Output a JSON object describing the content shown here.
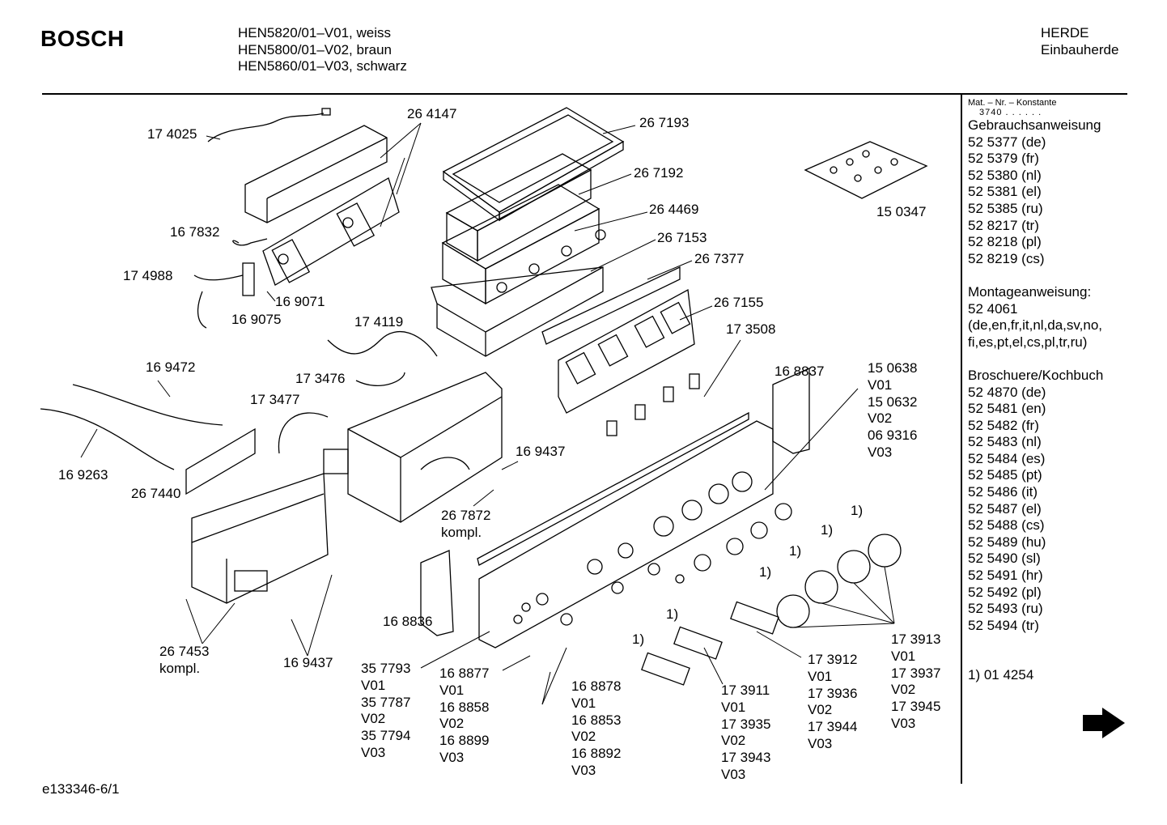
{
  "header": {
    "brand": "BOSCH",
    "models": [
      "HEN5820/01–V01, weiss",
      "HEN5800/01–V02, braun",
      "HEN5860/01–V03, schwarz"
    ],
    "category": [
      "HERDE",
      "Einbauherde"
    ]
  },
  "sidebar": {
    "mat_const": "Mat. – Nr. – Konstante",
    "mat_value": "3740 . . . . . .",
    "gebrauch_title": "Gebrauchsanweisung",
    "gebrauch": [
      "52 5377 (de)",
      "52 5379 (fr)",
      "52 5380 (nl)",
      "52 5381 (el)",
      "52 5385 (ru)",
      "52 8217 (tr)",
      "52 8218 (pl)",
      "52 8219 (cs)"
    ],
    "montage_title": "Montageanweisung:",
    "montage": [
      "52 4061",
      "(de,en,fr,it,nl,da,sv,no,",
      "fi,es,pt,el,cs,pl,tr,ru)"
    ],
    "brosch_title": "Broschuere/Kochbuch",
    "brosch": [
      "52 4870 (de)",
      "52 5481 (en)",
      "52 5482 (fr)",
      "52 5483 (nl)",
      "52 5484 (es)",
      "52 5485 (pt)",
      "52 5486 (it)",
      "52 5487 (el)",
      "52 5488 (cs)",
      "52 5489 (hu)",
      "52 5490 (sl)",
      "52 5491 (hr)",
      "52 5492 (pl)",
      "52 5493 (ru)",
      "52 5494 (tr)"
    ],
    "footnote": "1) 01 4254",
    "next_icon": "arrow-right-icon"
  },
  "labels": {
    "p174025": "17 4025",
    "p264147": "26 4147",
    "p267193": "26 7193",
    "p267192": "26 7192",
    "p264469": "26 4469",
    "p267153": "26 7153",
    "p267377": "26 7377",
    "p267155": "26 7155",
    "p173508": "17 3508",
    "p167832": "16 7832",
    "p174988": "17 4988",
    "p169071": "16 9071",
    "p169075": "16 9075",
    "p174119": "17 4119",
    "p150347": "15 0347",
    "p169472": "16 9472",
    "p173476": "17 3476",
    "p173477": "17 3477",
    "p169263": "16 9263",
    "p267440": "26 7440",
    "p169437a": "16 9437",
    "p267872": [
      "26 7872",
      "kompl."
    ],
    "p168837": "16 8837",
    "variants_right": [
      "15 0638",
      "V01",
      "15 0632",
      "V02",
      "06 9316",
      "V03"
    ],
    "fn1a": "1)",
    "fn1b": "1)",
    "fn1c": "1)",
    "fn1d": "1)",
    "fn1e": "1)",
    "fn1f": "1)",
    "p168836": "16 8836",
    "p267453": [
      "26 7453",
      "kompl."
    ],
    "p169437b": "16 9437",
    "p357793": [
      "35 7793",
      "V01",
      "35 7787",
      "V02",
      "35 7794",
      "V03"
    ],
    "p168877": [
      "16 8877",
      "V01",
      "16 8858",
      "V02",
      "16 8899",
      "V03"
    ],
    "p168878": [
      "16 8878",
      "V01",
      "16 8853",
      "V02",
      "16 8892",
      "V03"
    ],
    "p173911": [
      "17 3911",
      "V01",
      "17 3935",
      "V02",
      "17 3943",
      "V03"
    ],
    "p173912": [
      "17 3912",
      "V01",
      "17 3936",
      "V02",
      "17 3944",
      "V03"
    ],
    "p173913": [
      "17 3913",
      "V01",
      "17 3937",
      "V02",
      "17 3945",
      "V03"
    ]
  },
  "footer": {
    "doc_id": "e133346-6/1"
  }
}
